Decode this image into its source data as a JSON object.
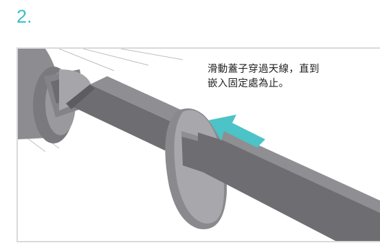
{
  "step": {
    "number": "2."
  },
  "instruction": {
    "line1": "滑動蓋子穿過天線，直到",
    "line2": "嵌入固定處為止。"
  },
  "colors": {
    "accent": "#3cbfc4",
    "frame": "#d9d9d9",
    "antenna_dark": "#6f6f73",
    "antenna_light": "#8e8e92",
    "cap": "#a9a9ad",
    "arrow": "#4cc3c6"
  },
  "icons": {
    "direction": "arrow-up-left-icon"
  }
}
